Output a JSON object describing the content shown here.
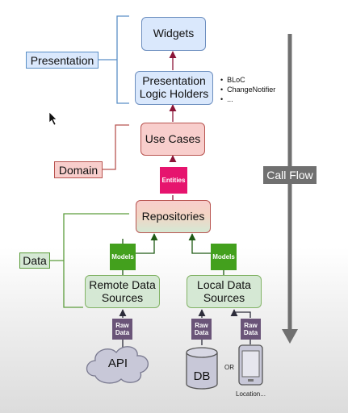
{
  "layers": {
    "presentation": "Presentation",
    "domain": "Domain",
    "data": "Data"
  },
  "boxes": {
    "widgets": "Widgets",
    "logic_holders": "Presentation Logic Holders",
    "use_cases": "Use Cases",
    "repositories": "Repositories",
    "remote_sources": "Remote Data Sources",
    "local_sources": "Local Data Sources"
  },
  "logic_holder_examples": [
    "BLoC",
    "ChangeNotifier",
    "..."
  ],
  "chips": {
    "entities": "Entities",
    "models_remote": "Models",
    "models_local": "Models",
    "raw_api": "Raw Data",
    "raw_db": "Raw Data",
    "raw_location": "Raw Data"
  },
  "sources": {
    "api": "API",
    "db": "DB",
    "or": "OR",
    "location": "Location..."
  },
  "call_flow": "Call Flow",
  "colors": {
    "presentation_fill": "#dae8fc",
    "domain_fill": "#f8cecc",
    "data_fill": "#d5e8d4",
    "arrow": "#8b1538",
    "entities_chip": "#e6146e",
    "models_chip": "#43a01d",
    "raw_data_chip": "#6a5478"
  },
  "icons": [
    "cloud-icon",
    "database-icon",
    "phone-icon",
    "mouse-cursor-icon",
    "arrow-down-icon"
  ]
}
